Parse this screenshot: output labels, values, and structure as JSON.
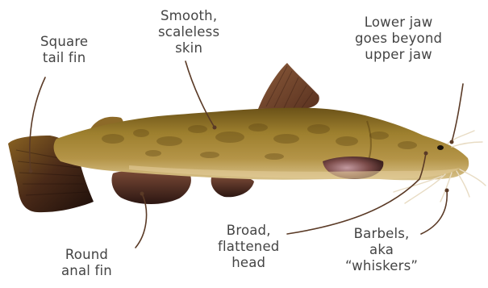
{
  "labels": {
    "tail": [
      "Square",
      "tail fin"
    ],
    "skin": [
      "Smooth,",
      "scaleless",
      "skin"
    ],
    "jaw": [
      "Lower jaw",
      "goes beyond",
      "upper jaw"
    ],
    "anal": [
      "Round",
      "anal fin"
    ],
    "head": [
      "Broad,",
      "flattened",
      "head"
    ],
    "barbels": [
      "Barbels,",
      "aka",
      "“whiskers”"
    ]
  },
  "colors": {
    "body": "#9a7a2c",
    "body_dark": "#5e4514",
    "belly": "#d8bd7e",
    "fin": "#6a3630",
    "fin_dark": "#2a1412",
    "leader": "#5a3a26",
    "text": "#444444"
  }
}
